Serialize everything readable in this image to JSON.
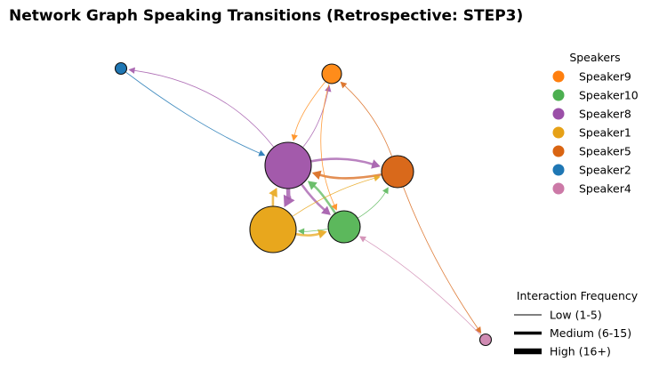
{
  "title": "Network Graph Speaking Transitions (Retrospective: STEP3)",
  "legend_speakers": {
    "title": "Speakers",
    "items": [
      {
        "label": "Speaker9",
        "color": "#ff7f0e"
      },
      {
        "label": "Speaker10",
        "color": "#4caf50"
      },
      {
        "label": "Speaker8",
        "color": "#9b4fa8"
      },
      {
        "label": "Speaker1",
        "color": "#e6a117"
      },
      {
        "label": "Speaker5",
        "color": "#d96412"
      },
      {
        "label": "Speaker2",
        "color": "#1f77b4"
      },
      {
        "label": "Speaker4",
        "color": "#cc79a7"
      }
    ]
  },
  "legend_frequency": {
    "title": "Interaction Frequency",
    "items": [
      {
        "label": "Low (1-5)",
        "weight": "low"
      },
      {
        "label": "Medium (6-15)",
        "weight": "medium"
      },
      {
        "label": "High (16+)",
        "weight": "high"
      }
    ]
  },
  "nodes": [
    {
      "id": "Speaker8",
      "color": "#a35aab",
      "size": "large"
    },
    {
      "id": "Speaker1",
      "color": "#e8a71d",
      "size": "large"
    },
    {
      "id": "Speaker10",
      "color": "#5cb85c",
      "size": "medium"
    },
    {
      "id": "Speaker5",
      "color": "#d9691b",
      "size": "medium"
    },
    {
      "id": "Speaker9",
      "color": "#ff8c1a",
      "size": "small"
    },
    {
      "id": "Speaker2",
      "color": "#1f77b4",
      "size": "tiny"
    },
    {
      "id": "Speaker4",
      "color": "#d08bb3",
      "size": "tiny"
    }
  ],
  "edges": [
    {
      "from": "Speaker5",
      "to": "Speaker8",
      "weight": "medium",
      "color": "#d9691b"
    },
    {
      "from": "Speaker8",
      "to": "Speaker5",
      "weight": "medium",
      "color": "#a35aab"
    },
    {
      "from": "Speaker8",
      "to": "Speaker1",
      "weight": "high",
      "color": "#a35aab"
    },
    {
      "from": "Speaker1",
      "to": "Speaker8",
      "weight": "medium",
      "color": "#e8a71d"
    },
    {
      "from": "Speaker8",
      "to": "Speaker10",
      "weight": "medium",
      "color": "#a35aab"
    },
    {
      "from": "Speaker10",
      "to": "Speaker8",
      "weight": "medium",
      "color": "#5cb85c"
    },
    {
      "from": "Speaker1",
      "to": "Speaker10",
      "weight": "medium",
      "color": "#e8a71d"
    },
    {
      "from": "Speaker10",
      "to": "Speaker1",
      "weight": "low",
      "color": "#5cb85c"
    },
    {
      "from": "Speaker10",
      "to": "Speaker5",
      "weight": "low",
      "color": "#5cb85c"
    },
    {
      "from": "Speaker1",
      "to": "Speaker5",
      "weight": "low",
      "color": "#e8a71d"
    },
    {
      "from": "Speaker9",
      "to": "Speaker8",
      "weight": "low",
      "color": "#ff8c1a"
    },
    {
      "from": "Speaker8",
      "to": "Speaker9",
      "weight": "low",
      "color": "#a35aab"
    },
    {
      "from": "Speaker9",
      "to": "Speaker10",
      "weight": "low",
      "color": "#ff8c1a"
    },
    {
      "from": "Speaker5",
      "to": "Speaker9",
      "weight": "low",
      "color": "#d9691b"
    },
    {
      "from": "Speaker5",
      "to": "Speaker4",
      "weight": "low",
      "color": "#d9691b"
    },
    {
      "from": "Speaker4",
      "to": "Speaker10",
      "weight": "low",
      "color": "#d08bb3"
    },
    {
      "from": "Speaker8",
      "to": "Speaker2",
      "weight": "low",
      "color": "#a35aab"
    },
    {
      "from": "Speaker2",
      "to": "Speaker8",
      "weight": "low",
      "color": "#1f77b4"
    }
  ]
}
